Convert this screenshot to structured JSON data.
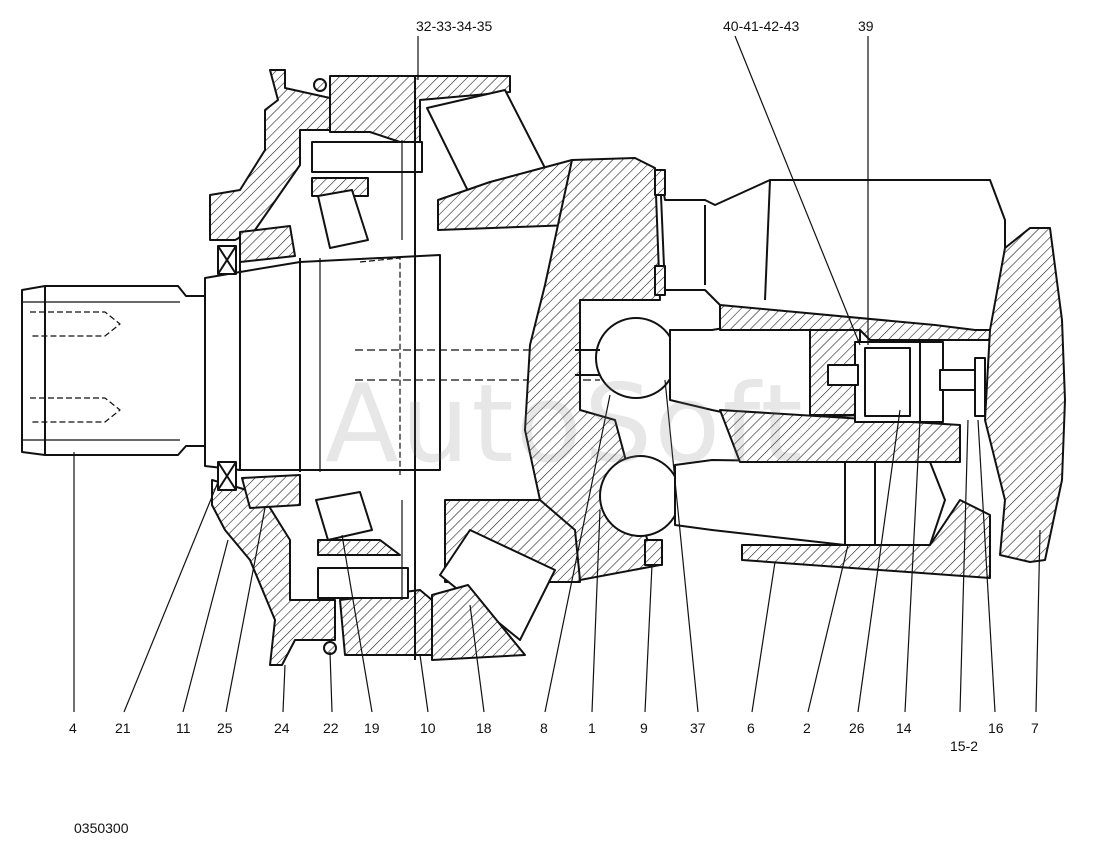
{
  "top_labels": [
    "32-33-34-35",
    "40-41-42-43",
    "39"
  ],
  "bottom_labels": [
    "4",
    "21",
    "11",
    "25",
    "24",
    "22",
    "19",
    "10",
    "18",
    "8",
    "1",
    "9",
    "37",
    "6",
    "2",
    "26",
    "14",
    "16",
    "7"
  ],
  "sub_label": "15-2",
  "drawing_number": "0350300",
  "watermark": "AutoSoft"
}
